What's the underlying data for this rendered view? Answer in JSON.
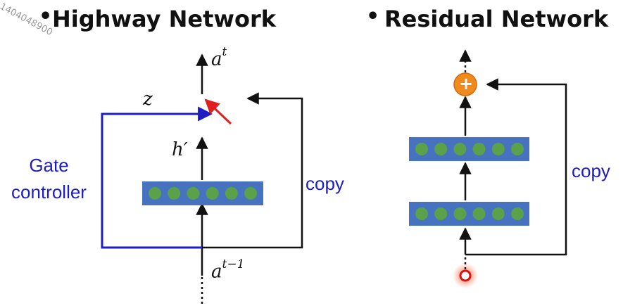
{
  "watermark": "1404048900",
  "highway": {
    "title": "Highway Network",
    "output_label_base": "a",
    "output_label_sup": "t",
    "gate_label": "z",
    "hidden_label": "h′",
    "input_label_base": "a",
    "input_label_sup": "t−1",
    "gate_controller_line1": "Gate",
    "gate_controller_line2": "controller",
    "copy_label": "copy"
  },
  "residual": {
    "title": "Residual Network",
    "plus_symbol": "+",
    "copy_label": "copy"
  },
  "colors": {
    "layer_fill": "#4672c0",
    "neuron_fill": "#5aa14a",
    "gate_line": "#1d1dc4",
    "switch_red": "#e02020",
    "adder_orange": "#f08a1c",
    "input_node_red": "#e01010"
  },
  "layers": {
    "highway_neurons": 6,
    "residual_upper_neurons": 6,
    "residual_lower_neurons": 6
  }
}
